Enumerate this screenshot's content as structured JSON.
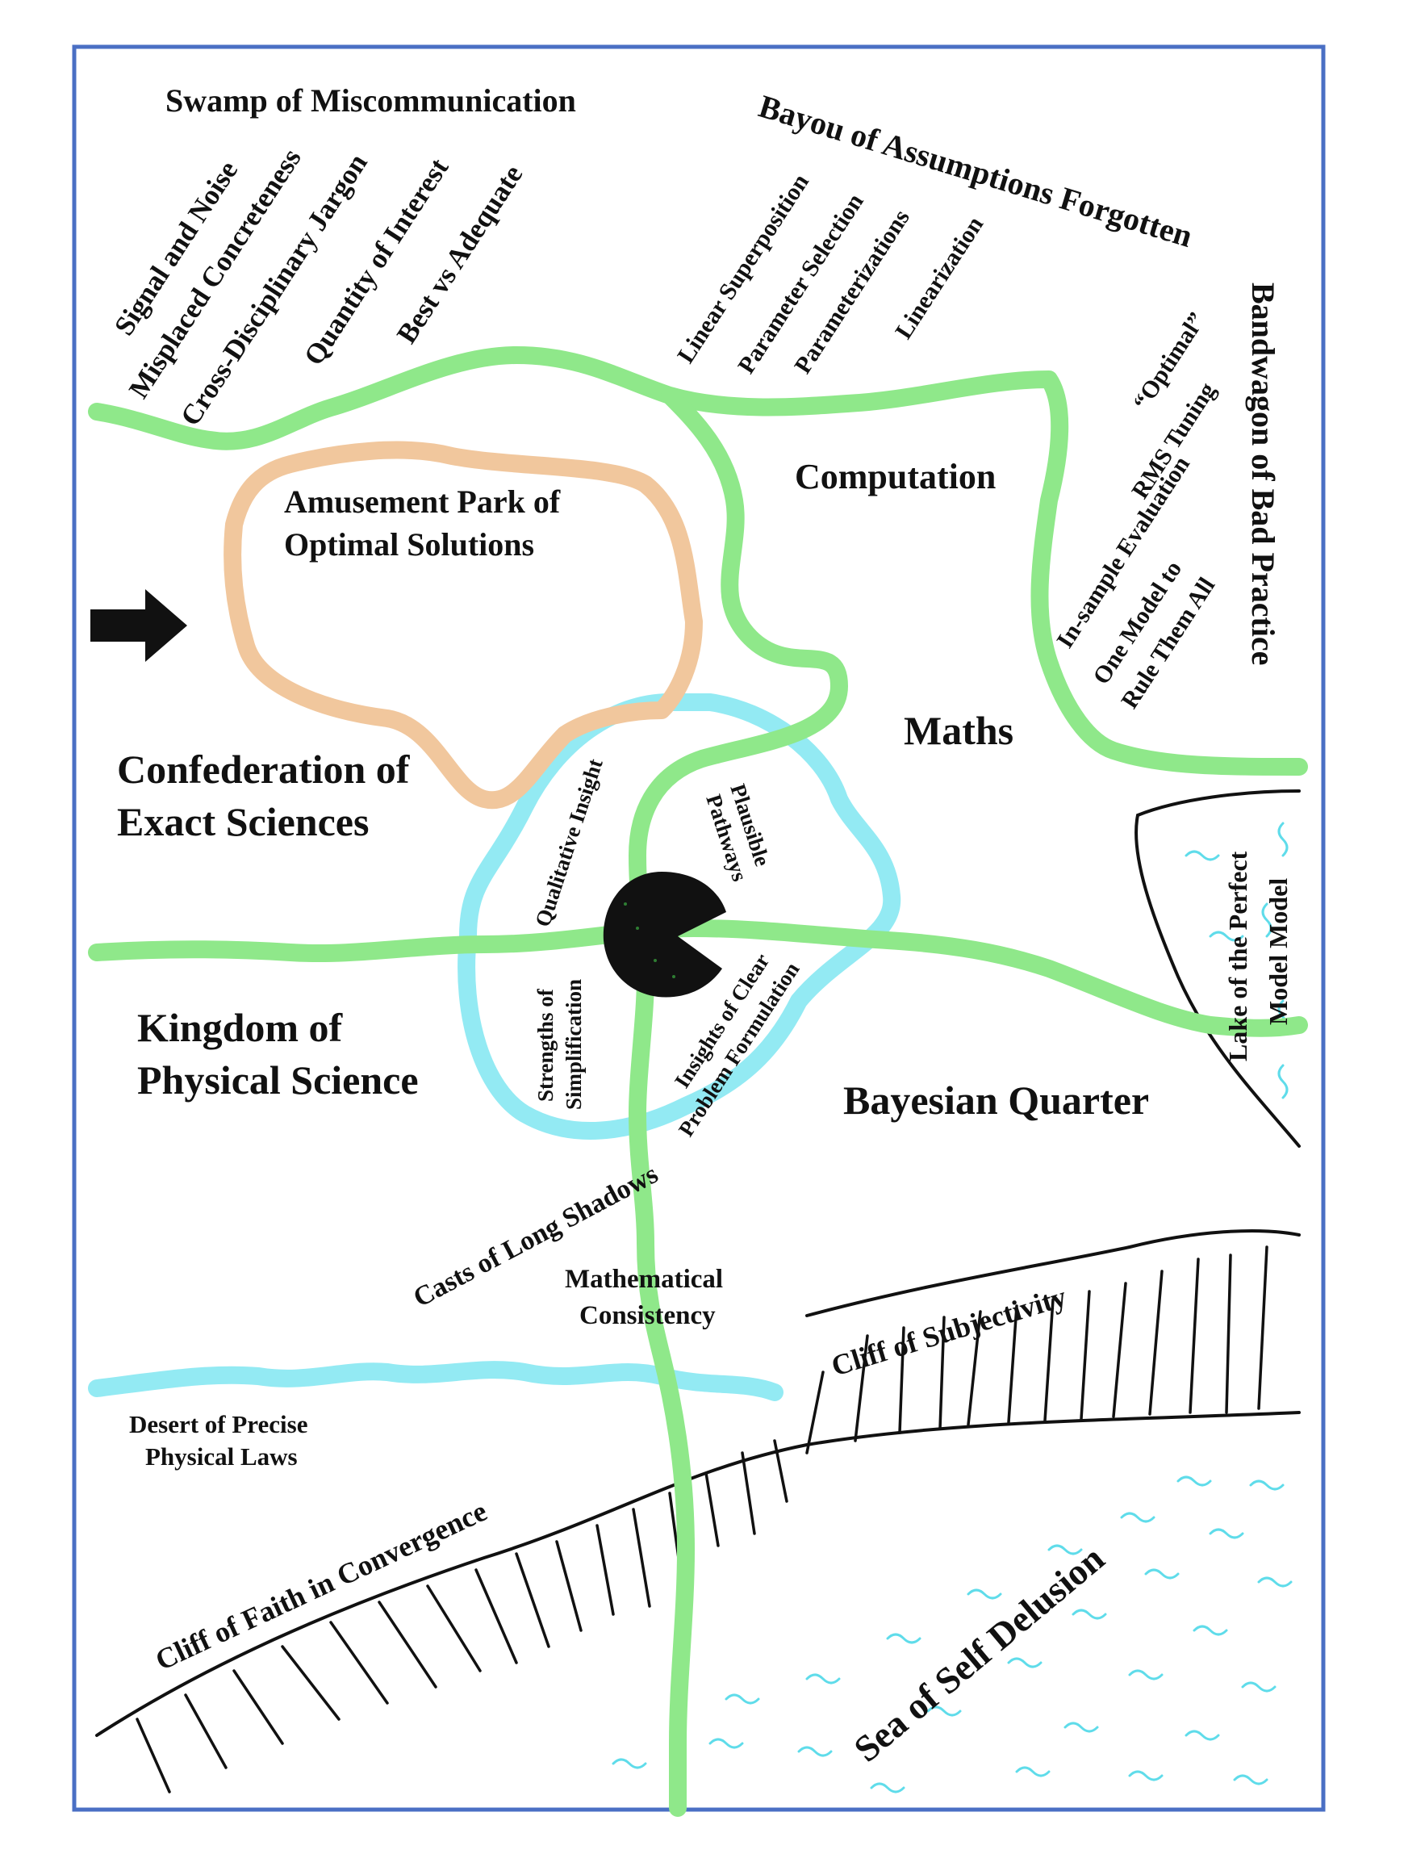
{
  "colors": {
    "border": "#4a6fc4",
    "road": "#8fe88a",
    "river": "#93eaf3",
    "park": "#f1c79d",
    "ink": "#111111",
    "water": "#5fdcea"
  },
  "icons": {
    "arrow": "black-arrow-icon",
    "pacman": "pacman-blob-icon"
  },
  "labels": {
    "swamp": "Swamp of Miscommunication",
    "signal_noise": "Signal and Noise",
    "misplaced": "Misplaced Concreteness",
    "jargon": "Cross-Disciplinary Jargon",
    "quantity": "Quantity of Interest",
    "best_adequate": "Best vs Adequate",
    "bayou": "Bayou of Assumptions Forgotten",
    "linear_superposition": "Linear Superposition",
    "parameter_selection": "Parameter Selection",
    "parameterizations": "Parameterizations",
    "linearization": "Linearization",
    "bandwagon": "Bandwagon of Bad Practice",
    "optimal_q": "“Optimal”",
    "rms_tuning": "RMS Tuning",
    "in_sample": "In-sample Evaluation",
    "one_model_1": "One Model to",
    "one_model_2": "Rule Them All",
    "computation": "Computation",
    "amusement_1": "Amusement Park of",
    "amusement_2": "Optimal Solutions",
    "maths": "Maths",
    "confed_1": "Confederation of",
    "confed_2": "Exact Sciences",
    "qualitative": "Qualitative Insight",
    "plausible_1": "Plausible",
    "plausible_2": "Pathways",
    "strengths_1": "Strengths of",
    "strengths_2": "Simplification",
    "insights_1": "Insights of Clear",
    "insights_2": "Problem Formulation",
    "lake_1": "Lake of the Perfect",
    "lake_2": "Model Model",
    "kingdom_1": "Kingdom of",
    "kingdom_2": "Physical Science",
    "bayesian": "Bayesian Quarter",
    "long_shadows": "Casts of Long Shadows",
    "math_consistency_1": "Mathematical",
    "math_consistency_2": "Consistency",
    "cliff_subjectivity": "Cliff of Subjectivity",
    "desert_1": "Desert of Precise",
    "desert_2": "Physical Laws",
    "cliff_faith": "Cliff of Faith in Convergence",
    "sea": "Sea of Self Delusion"
  }
}
